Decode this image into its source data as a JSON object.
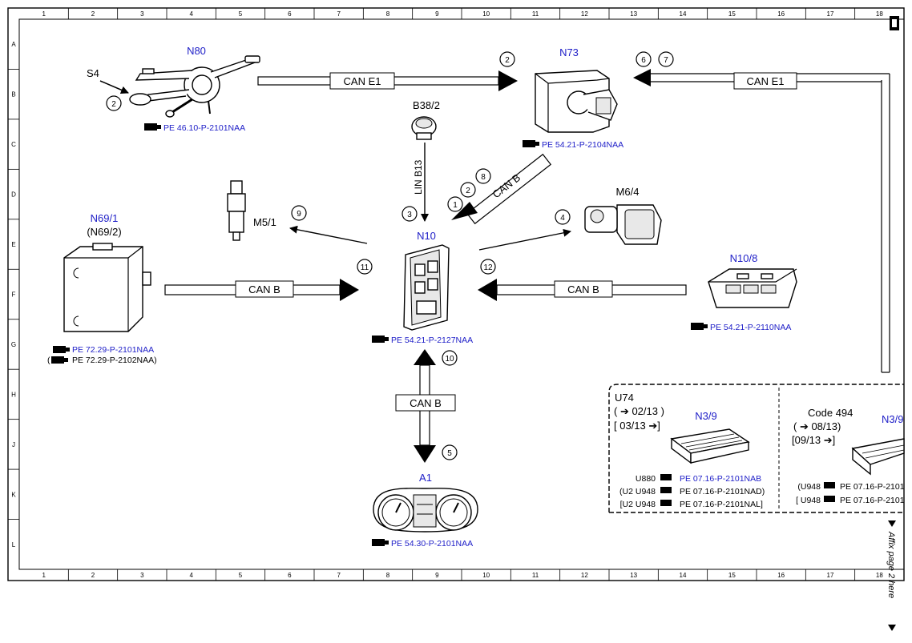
{
  "grid": {
    "cols": [
      "1",
      "2",
      "3",
      "4",
      "5",
      "6",
      "7",
      "8",
      "9",
      "10",
      "11",
      "12",
      "13",
      "14",
      "15",
      "16",
      "17",
      "18"
    ],
    "rows": [
      "A",
      "B",
      "C",
      "D",
      "E",
      "F",
      "G",
      "H",
      "J",
      "K",
      "L"
    ]
  },
  "components": {
    "n80": "N80",
    "s4": "S4",
    "n73": "N73",
    "b38_2": "B38/2",
    "lin_b13": "LIN B13",
    "m5_1": "M5/1",
    "m6_4": "M6/4",
    "n10": "N10",
    "n69_1": "N69/1",
    "n69_2": "(N69/2)",
    "n10_8": "N10/8",
    "a1": "A1",
    "n3_9_left": "N3/9",
    "n3_9_right": "N3/9"
  },
  "refs": {
    "n80": "PE 46.10-P-2101NAA",
    "n73": "PE 54.21-P-2104NAA",
    "n10": "PE 54.21-P-2127NAA",
    "n69_1": "PE 72.29-P-2101NAA",
    "n69_2_open": "(",
    "n69_2": "PE 72.29-P-2102NAA)",
    "n10_8": "PE 54.21-P-2110NAA",
    "a1": "PE 54.30-P-2101NAA"
  },
  "buses": {
    "can_e1_left": "CAN E1",
    "can_e1_right": "CAN E1",
    "can_b_left": "CAN B",
    "can_b_right": "CAN B",
    "can_b_down": "CAN B",
    "can_b_diag": "CAN B"
  },
  "callouts": {
    "c2_s4": "2",
    "c2_n73": "2",
    "c6": "6",
    "c7": "7",
    "c8": "8",
    "c2_diag": "2",
    "c1": "1",
    "c3": "3",
    "c9": "9",
    "c4": "4",
    "c11": "11",
    "c12": "12",
    "c10": "10",
    "c5": "5"
  },
  "variants": {
    "u74": {
      "title": "U74",
      "line1": "( ➔ 02/13 )",
      "line2": "[ 03/13 ➔]",
      "rows": [
        {
          "code": "U880",
          "ref": "PE 07.16-P-2101NAB"
        },
        {
          "code": "(U2  U948",
          "ref": "PE 07.16-P-2101NAD)"
        },
        {
          "code": "[U2  U948",
          "ref": "PE 07.16-P-2101NAL]"
        }
      ]
    },
    "code494": {
      "title": "Code 494",
      "line1": "( ➔ 08/13)",
      "line2": "[09/13  ➔]",
      "rows": [
        {
          "code": "(U948",
          "ref": "PE 07.16-P-2101"
        },
        {
          "code": "[ U948",
          "ref": "PE 07.16-P-2101"
        }
      ]
    }
  },
  "margin_note": "Affix page 2 here",
  "colors": {
    "label_blue": "#2020c8",
    "line": "#000000"
  }
}
